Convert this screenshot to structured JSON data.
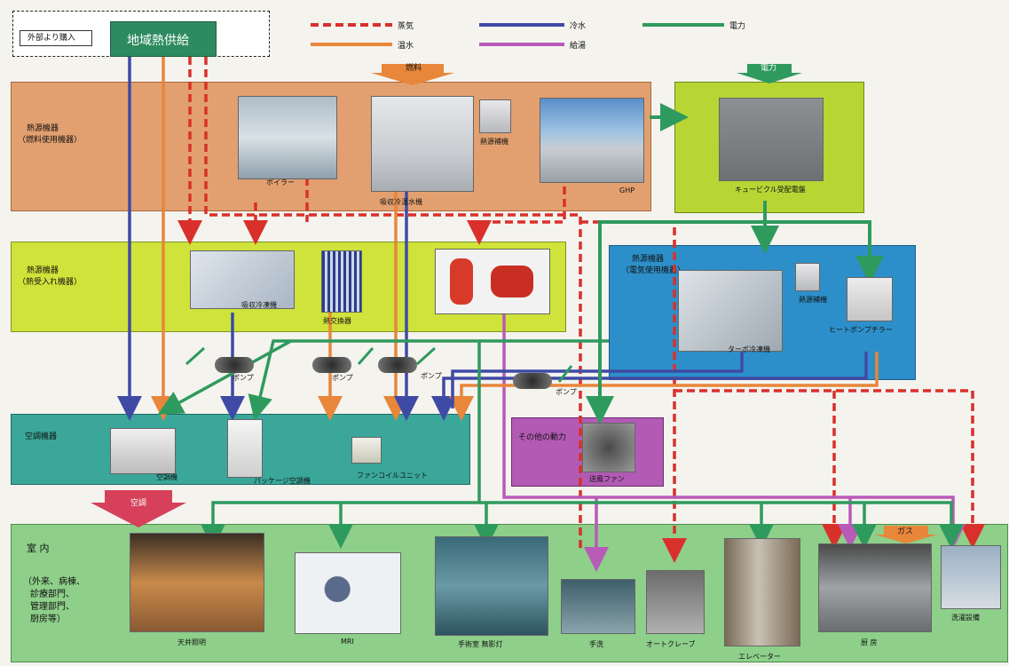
{
  "header": {
    "purchase_label": "外部より購入",
    "district_heat": "地域熱供給"
  },
  "legend": {
    "steam": "蒸気",
    "hot_water": "温水",
    "chilled_water": "冷水",
    "supply_hot_water": "給湯",
    "power": "電力",
    "colors": {
      "steam": "#d9302b",
      "hot_water": "#e8863a",
      "chilled_water": "#3f4aa5",
      "supply_hot_water": "#b85ab8",
      "power": "#2f9a5e"
    }
  },
  "tags": {
    "fuel": "燃料",
    "power": "電力",
    "aircon": "空調",
    "gas": "ガス"
  },
  "fuel_equipment": {
    "title_line1": "熱源機器",
    "title_line2": "（燃料使用機器）",
    "boiler": "ボイラー",
    "absorption_chiller_heater": "吸収冷温水機",
    "cooling_tower": "熱源補機",
    "ghp": "GHP"
  },
  "cubicle": {
    "label": "キュービクル受配電盤"
  },
  "heat_receiving": {
    "title_line1": "熱源機器",
    "title_line2": "（熱受入れ機器）",
    "absorption_chiller": "吸収冷凍機",
    "heat_exchanger": "熱交換器"
  },
  "electric_equipment": {
    "title_line1": "熱源機器",
    "title_line2": "（電気使用機器）",
    "aux": "熱源補機",
    "turbo": "ターボ冷凍機",
    "heat_pump": "ヒートポンプチラー"
  },
  "pumps": {
    "label": "ポンプ"
  },
  "ac_equipment": {
    "title": "空調機器",
    "ahu": "空調機",
    "package": "パッケージ空調機",
    "fcu": "ファンコイルユニット"
  },
  "other_power": {
    "title": "その他の動力",
    "fan": "送風ファン"
  },
  "indoor": {
    "title": "室 内",
    "desc": [
      "（外来、病棟、",
      "診療部門、",
      "管理部門、",
      "厨房等）"
    ],
    "items": [
      "天井照明",
      "MRI",
      "手術室 無影灯",
      "手洗",
      "オートクレーブ",
      "エレベーター",
      "厨 房",
      "洗濯設備"
    ]
  }
}
